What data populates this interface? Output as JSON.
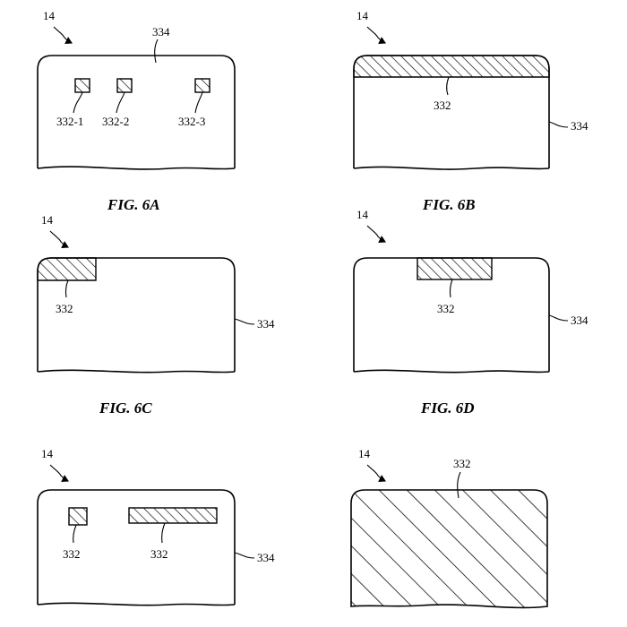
{
  "figures": {
    "6A": {
      "caption": "FIG. 6A",
      "device": "14",
      "housing": "334",
      "patches": [
        "332-1",
        "332-2",
        "332-3"
      ]
    },
    "6B": {
      "caption": "FIG. 6B",
      "device": "14",
      "housing": "334",
      "region": "332"
    },
    "6C": {
      "caption": "FIG. 6C",
      "device": "14",
      "housing": "334",
      "region": "332"
    },
    "6D": {
      "caption": "FIG. 6D",
      "device": "14",
      "housing": "334",
      "region": "332"
    },
    "6E": {
      "device": "14",
      "housing": "334",
      "patch_label": "332",
      "strip_label": "332"
    },
    "6F": {
      "device": "14",
      "region": "332"
    }
  }
}
